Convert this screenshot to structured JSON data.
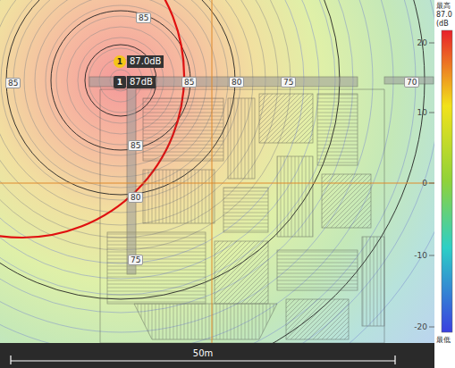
{
  "diagram": {
    "nodes": [
      {
        "text": [
          "1",
          "87.0dB"
        ]
      },
      {
        "text": [
          "1",
          "87dB"
        ]
      }
    ],
    "labels": [
      "85",
      "85",
      "85",
      "80",
      "75",
      "70",
      "85",
      "80",
      "75",
      "20",
      "10",
      "0",
      "-10",
      "-20",
      "50m",
      "最高",
      "87.0",
      "(dB",
      "最低"
    ]
  }
}
